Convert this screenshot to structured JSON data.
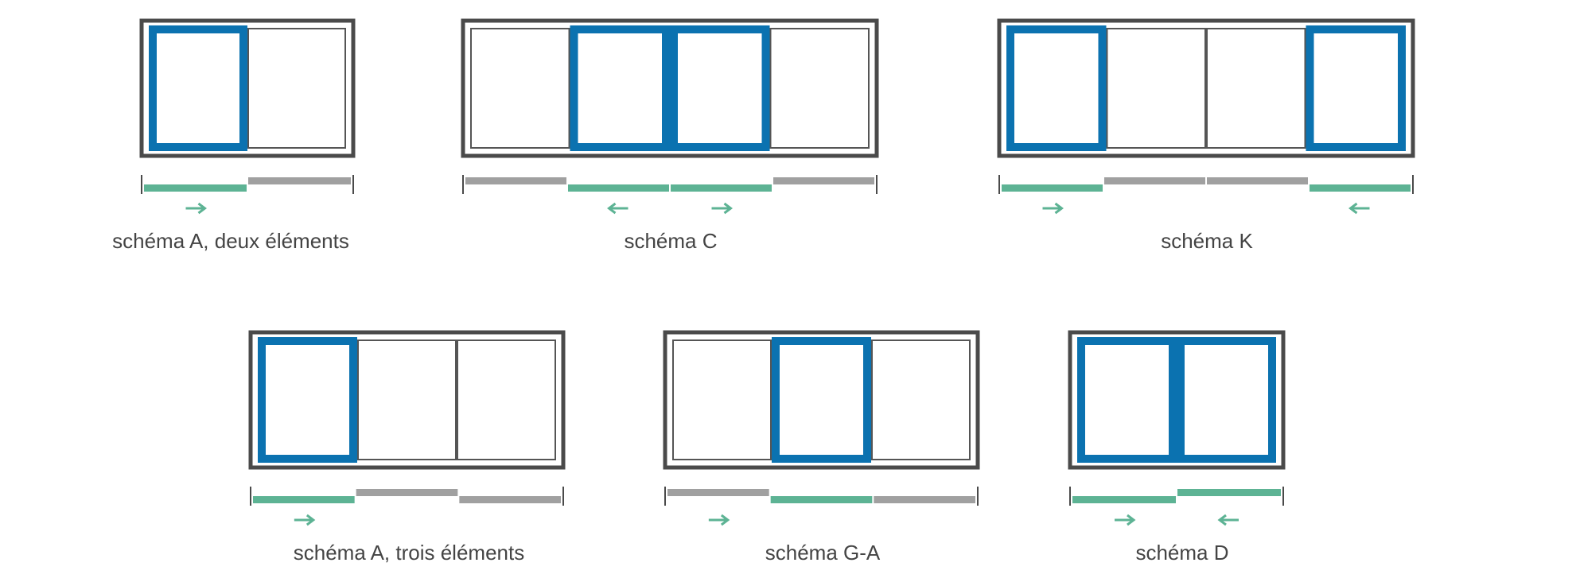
{
  "colors": {
    "frame": "#4a4a4a",
    "thin_line": "#555555",
    "sash": "#0b72b0",
    "active_track": "#5db394",
    "inactive_track": "#a0a0a0",
    "arrow": "#5db394",
    "caption": "#444444"
  },
  "schemes": [
    {
      "id": "a2",
      "label": "schéma A, deux éléments",
      "panels": [
        "moving",
        "fixed"
      ],
      "tracks": [
        {
          "state": "active",
          "lane": "front"
        },
        {
          "state": "inactive",
          "lane": "back"
        }
      ],
      "arrows": [
        "right",
        "none"
      ]
    },
    {
      "id": "c",
      "label": "schéma C",
      "panels": [
        "fixed",
        "moving",
        "moving",
        "fixed"
      ],
      "tracks": [
        {
          "state": "inactive",
          "lane": "back"
        },
        {
          "state": "active",
          "lane": "front"
        },
        {
          "state": "active",
          "lane": "front"
        },
        {
          "state": "inactive",
          "lane": "back"
        }
      ],
      "arrows": [
        "none",
        "left",
        "right",
        "none"
      ]
    },
    {
      "id": "k",
      "label": "schéma K",
      "panels": [
        "moving",
        "fixed",
        "fixed",
        "moving"
      ],
      "tracks": [
        {
          "state": "active",
          "lane": "front"
        },
        {
          "state": "inactive",
          "lane": "back"
        },
        {
          "state": "inactive",
          "lane": "back"
        },
        {
          "state": "active",
          "lane": "front"
        }
      ],
      "arrows": [
        "right",
        "none",
        "none",
        "left"
      ]
    },
    {
      "id": "a3",
      "label": "schéma A, trois éléments",
      "panels": [
        "moving",
        "fixed",
        "fixed"
      ],
      "tracks": [
        {
          "state": "active",
          "lane": "front"
        },
        {
          "state": "inactive",
          "lane": "back"
        },
        {
          "state": "inactive",
          "lane": "front"
        }
      ],
      "arrows": [
        "right",
        "none",
        "none"
      ]
    },
    {
      "id": "ga",
      "label": "schéma G-A",
      "panels": [
        "fixed",
        "moving",
        "fixed"
      ],
      "tracks": [
        {
          "state": "inactive",
          "lane": "back"
        },
        {
          "state": "active",
          "lane": "front"
        },
        {
          "state": "inactive",
          "lane": "front"
        }
      ],
      "arrows": [
        "right",
        "none",
        "none"
      ]
    },
    {
      "id": "d",
      "label": "schéma D",
      "panels": [
        "moving",
        "moving"
      ],
      "tracks": [
        {
          "state": "active",
          "lane": "front"
        },
        {
          "state": "active",
          "lane": "back"
        }
      ],
      "arrows": [
        "right",
        "left"
      ]
    }
  ]
}
